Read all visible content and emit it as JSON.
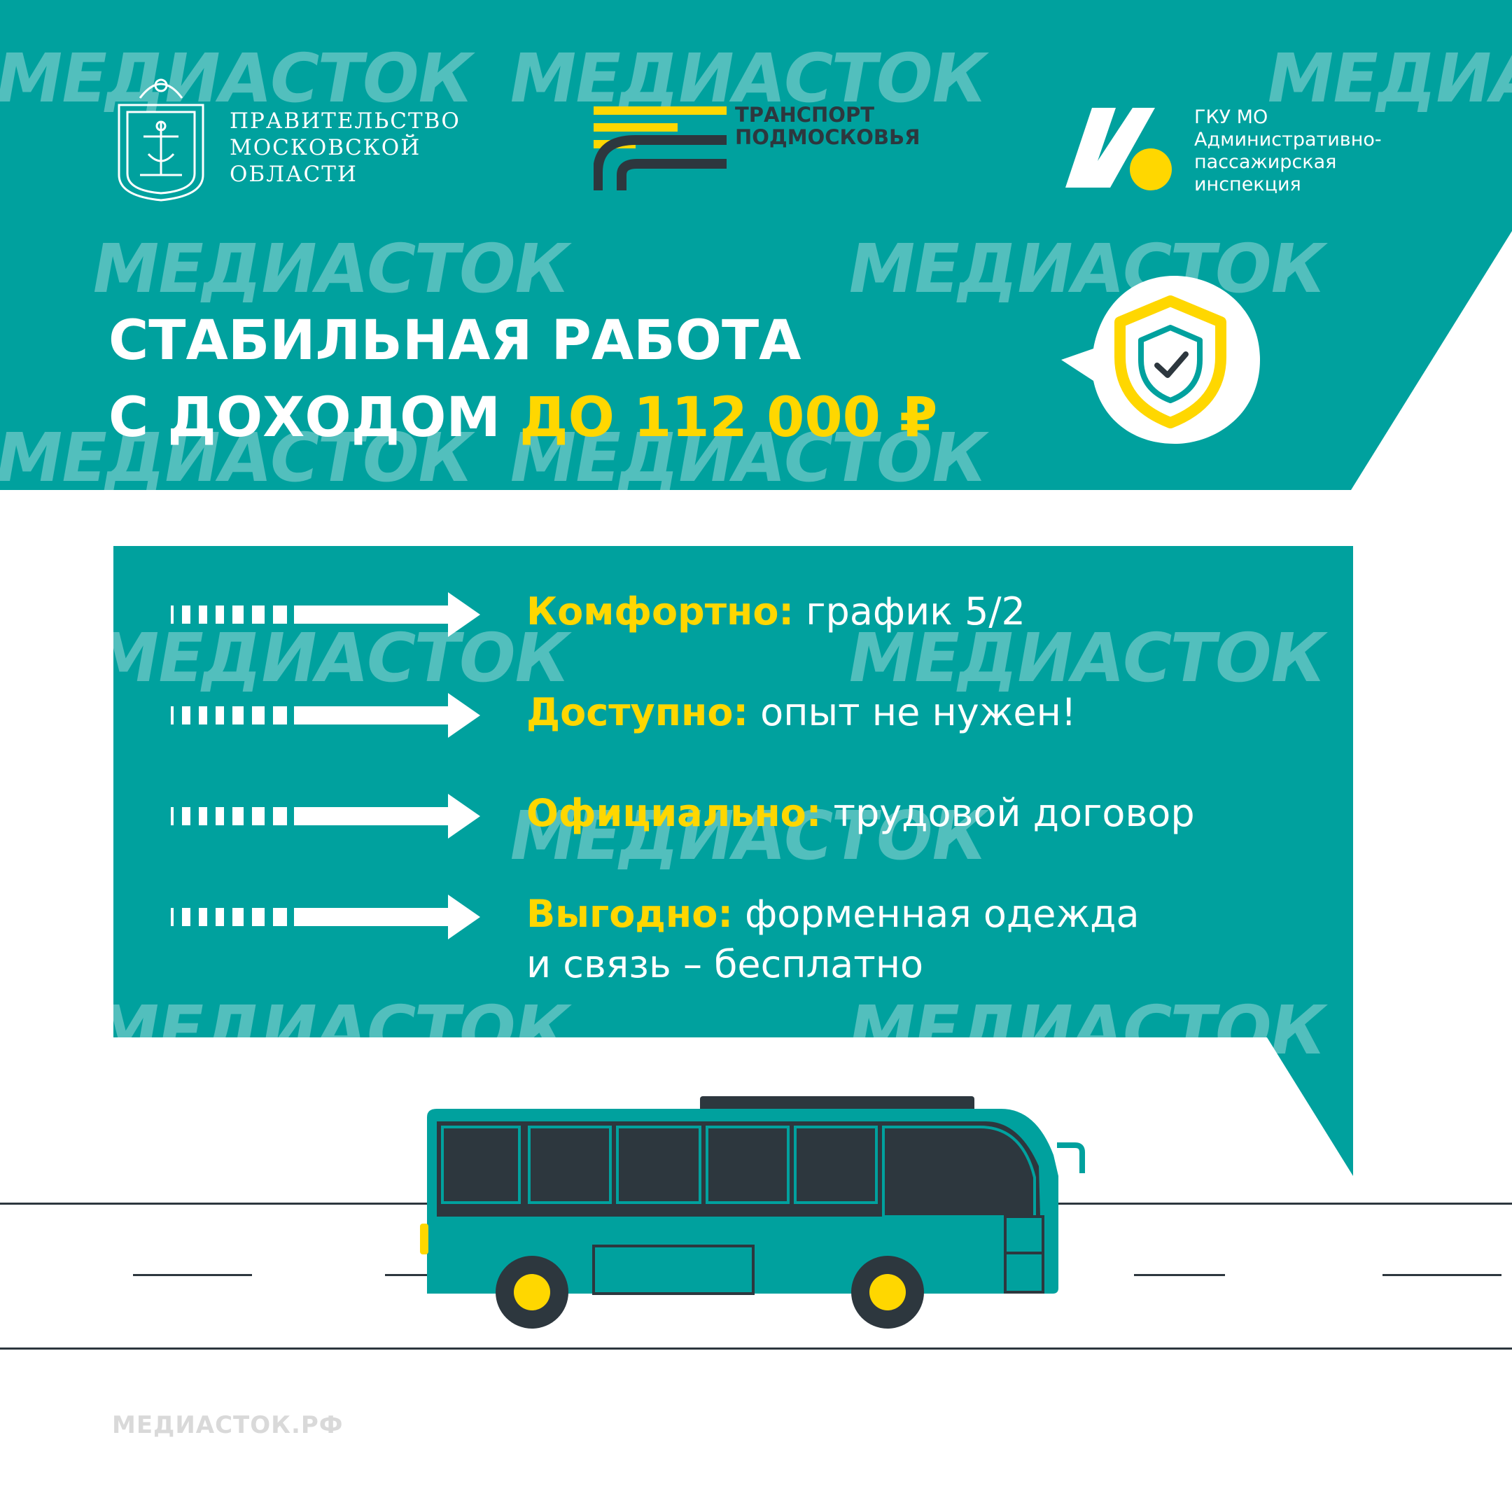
{
  "colors": {
    "teal": "#00a19e",
    "yellow": "#ffd700",
    "dark": "#2d373e",
    "white": "#ffffff"
  },
  "watermark": "МЕДИАСТОК",
  "logos": {
    "government": {
      "icon": "moscow-region-coat-of-arms",
      "lines": [
        "ПРАВИТЕЛЬСТВО",
        "МОСКОВСКОЙ",
        "ОБЛАСТИ"
      ]
    },
    "transport": {
      "icon": "transport-podmoskovya-logo",
      "lines": [
        "ТРАНСПОРТ",
        "ПОДМОСКОВЬЯ"
      ]
    },
    "inspection": {
      "icon": "v-dot-logo",
      "lines": [
        "ГКУ МО",
        "Административно-",
        "пассажирская",
        "инспекция"
      ]
    }
  },
  "headline": {
    "line1": "СТАБИЛЬНАЯ РАБОТА",
    "line2_prefix": "С ДОХОДОМ ",
    "line2_highlight": "ДО 112 000 ₽"
  },
  "features": [
    {
      "label": "Комфортно:",
      "text": " график 5/2"
    },
    {
      "label": "Доступно:",
      "text": " опыт не нужен!"
    },
    {
      "label": "Официально:",
      "text": " трудовой договор"
    },
    {
      "label": "Выгодно:",
      "text": " форменная одежда",
      "line2": "и связь – бесплатно"
    }
  ],
  "footer": "МЕДИАСТОК.РФ",
  "icons": [
    "shield-check-icon",
    "arrow-right-icon",
    "bus-icon"
  ]
}
